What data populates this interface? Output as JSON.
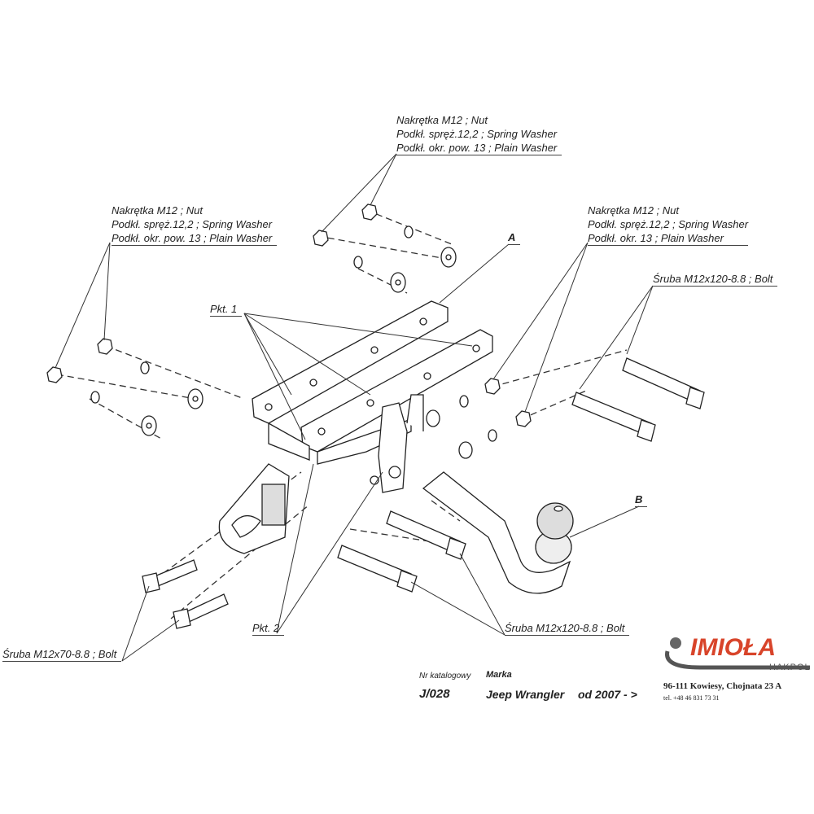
{
  "labels": {
    "top_hardware": [
      "Nakrętka  M12 ; Nut",
      "Podkł. spręż.12,2 ; Spring Washer",
      "Podkł. okr. pow. 13 ; Plain Washer"
    ],
    "left_hardware": [
      "Nakrętka  M12 ; Nut",
      "Podkł. spręż.12,2 ; Spring Washer",
      "Podkł. okr. pow. 13 ; Plain Washer"
    ],
    "right_hardware": [
      "Nakrętka  M12 ; Nut",
      "Podkł. spręż.12,2 ; Spring Washer",
      "Podkł. okr. 13 ; Plain Washer"
    ],
    "part_a": "A",
    "part_b": "B",
    "pkt1": "Pkt. 1",
    "pkt2": "Pkt. 2",
    "bolt_right": "Śruba M12x120-8.8 ;  Bolt",
    "bolt_bottom": "Śruba M12x120-8.8 ;  Bolt",
    "bolt_left": "Śruba M12x70-8.8 ;  Bolt"
  },
  "title_block": {
    "catalog_label": "Nr katalogowy",
    "catalog_number": "J/028",
    "make_label": "Marka",
    "make": "Jeep Wrangler",
    "years": "od  2007 - >"
  },
  "company": {
    "logo": "IMIOŁA",
    "sub": "HAKPOL",
    "address": "96-111 Kowiesy, Chojnata 23 A",
    "phone": "tel. +48 46 831 73 31",
    "brand_color": "#d8442a"
  }
}
